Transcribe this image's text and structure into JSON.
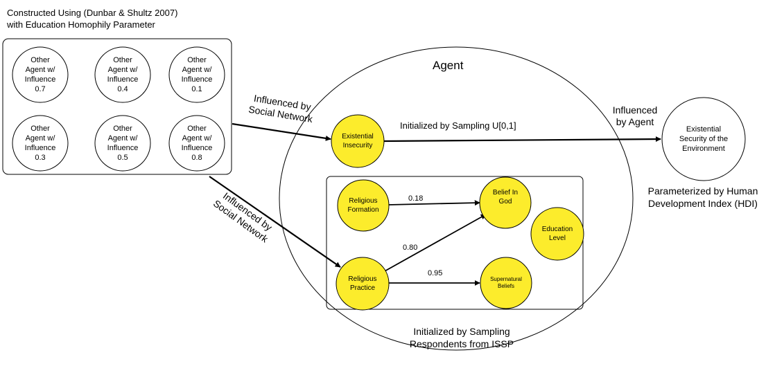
{
  "header": {
    "line1": "Constructed Using (Dunbar & Shultz 2007)",
    "line2": "with Education Homophily Parameter"
  },
  "other_agents": [
    {
      "line1": "Other",
      "line2": "Agent w/",
      "line3": "Influence",
      "value": "0.7"
    },
    {
      "line1": "Other",
      "line2": "Agent w/",
      "line3": "Influence",
      "value": "0.4"
    },
    {
      "line1": "Other",
      "line2": "Agent w/",
      "line3": "Influence",
      "value": "0.1"
    },
    {
      "line1": "Other",
      "line2": "Agent w/",
      "line3": "Influence",
      "value": "0.3"
    },
    {
      "line1": "Other",
      "line2": "Agent w/",
      "line3": "Influence",
      "value": "0.5"
    },
    {
      "line1": "Other",
      "line2": "Agent w/",
      "line3": "Influence",
      "value": "0.8"
    }
  ],
  "agent_title": "Agent",
  "influence_upper": {
    "line1": "Influenced by",
    "line2": "Social Network"
  },
  "influence_lower": {
    "line1": "Influenced by",
    "line2": "Social Network"
  },
  "sampling_uniform": "Initialized by Sampling U[0,1]",
  "influenced_by_agent": {
    "line1": "Influenced",
    "line2": "by Agent"
  },
  "nodes": {
    "existential_insecurity": {
      "line1": "Existential",
      "line2": "Insecurity"
    },
    "religious_formation": {
      "line1": "Religious",
      "line2": "Formation"
    },
    "belief_in_god": {
      "line1": "Belief In",
      "line2": "God"
    },
    "education_level": {
      "line1": "Education",
      "line2": "Level"
    },
    "religious_practice": {
      "line1": "Religious",
      "line2": "Practice"
    },
    "supernatural_beliefs": {
      "line1": "Supernatural",
      "line2": "Beliefs"
    },
    "environment": {
      "line1": "Existential",
      "line2": "Security of the",
      "line3": "Environment"
    }
  },
  "weights": {
    "formation_to_god": "0.18",
    "practice_to_god": "0.80",
    "practice_to_supernatural": "0.95"
  },
  "hdi_note": {
    "line1": "Parameterized by Human",
    "line2": "Development Index (HDI)"
  },
  "issp_note": {
    "line1": "Initialized by Sampling",
    "line2": "Respondents from ISSP"
  },
  "colors": {
    "node_fill": "#fcec2c",
    "line": "#000000",
    "background": "#ffffff"
  }
}
